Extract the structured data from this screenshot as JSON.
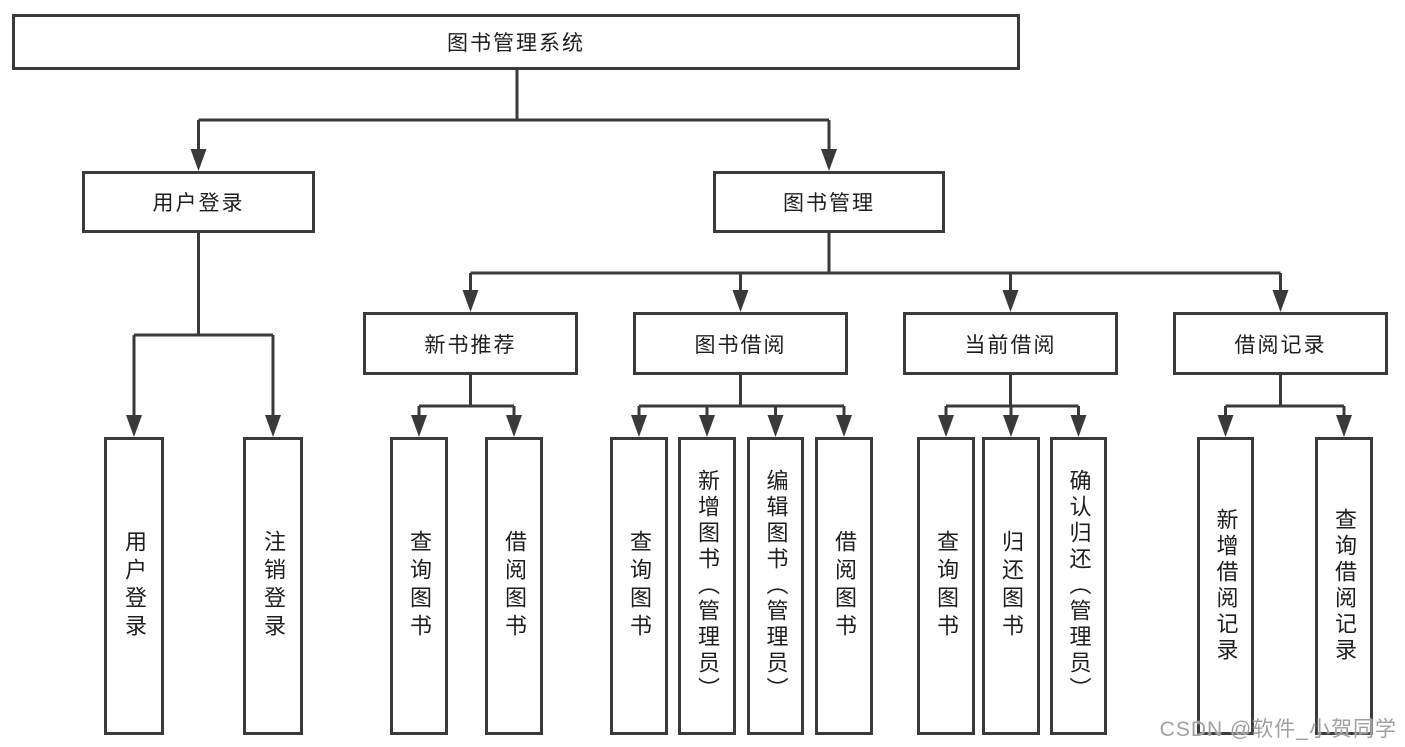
{
  "diagram_title": "图书管理系统",
  "nodes": {
    "root": "图书管理系统",
    "user_login": "用户登录",
    "book_mgmt": "图书管理",
    "new_book_rec": "新书推荐",
    "book_borrow": "图书借阅",
    "current_borrow": "当前借阅",
    "borrow_records": "借阅记录",
    "leaf_user_login": "用户登录",
    "leaf_logout": "注销登录",
    "leaf_query_books_rec": "查询图书",
    "leaf_borrow_books_rec": "借阅图书",
    "leaf_query_books_borrow": "查询图书",
    "leaf_add_books": "新增图书（管理员）",
    "leaf_edit_books": "编辑图书（管理员）",
    "leaf_borrow_books": "借阅图书",
    "leaf_query_books_current": "查询图书",
    "leaf_return_books": "归还图书",
    "leaf_confirm_return": "确认归还（管理员）",
    "leaf_add_borrow_record": "新增借阅记录",
    "leaf_query_borrow_record": "查询借阅记录"
  },
  "hierarchy": {
    "图书管理系统": {
      "用户登录": [
        "用户登录",
        "注销登录"
      ],
      "图书管理": {
        "新书推荐": [
          "查询图书",
          "借阅图书"
        ],
        "图书借阅": [
          "查询图书",
          "新增图书（管理员）",
          "编辑图书（管理员）",
          "借阅图书"
        ],
        "当前借阅": [
          "查询图书",
          "归还图书",
          "确认归还（管理员）"
        ],
        "借阅记录": [
          "新增借阅记录",
          "查询借阅记录"
        ]
      }
    }
  },
  "watermark": "CSDN @软件_小贺同学",
  "colors": {
    "line": "#3a3a3a",
    "box_border": "#3a3a3a",
    "text": "#1e1e1e",
    "watermark": "#a0a0a0",
    "background": "#ffffff"
  }
}
